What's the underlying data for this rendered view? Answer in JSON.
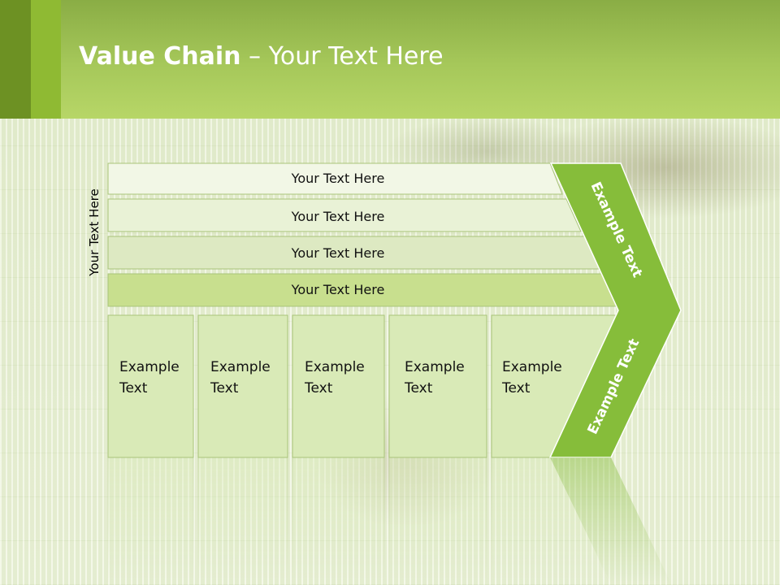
{
  "header": {
    "title_bold": "Value Chain",
    "title_rest": " – Your Text Here"
  },
  "side_label": "Your Text Here",
  "bands": [
    "Your Text Here",
    "Your Text Here",
    "Your Text Here",
    "Your Text Here"
  ],
  "boxes": [
    {
      "line1": "Example",
      "line2": "Text"
    },
    {
      "line1": "Example",
      "line2": "Text"
    },
    {
      "line1": "Example",
      "line2": "Text"
    },
    {
      "line1": "Example",
      "line2": "Text"
    },
    {
      "line1": "Example",
      "line2": "Text"
    }
  ],
  "chevron": {
    "upper": "Example Text",
    "lower": "Example Text"
  },
  "colors": {
    "header": "#a6c85a",
    "band1": "#f2f7e6",
    "band2": "#e9f2d6",
    "band3": "#dde9c2",
    "band4": "#c8df8e",
    "box": "#d9eab7",
    "chevron": "#86bd3a"
  }
}
